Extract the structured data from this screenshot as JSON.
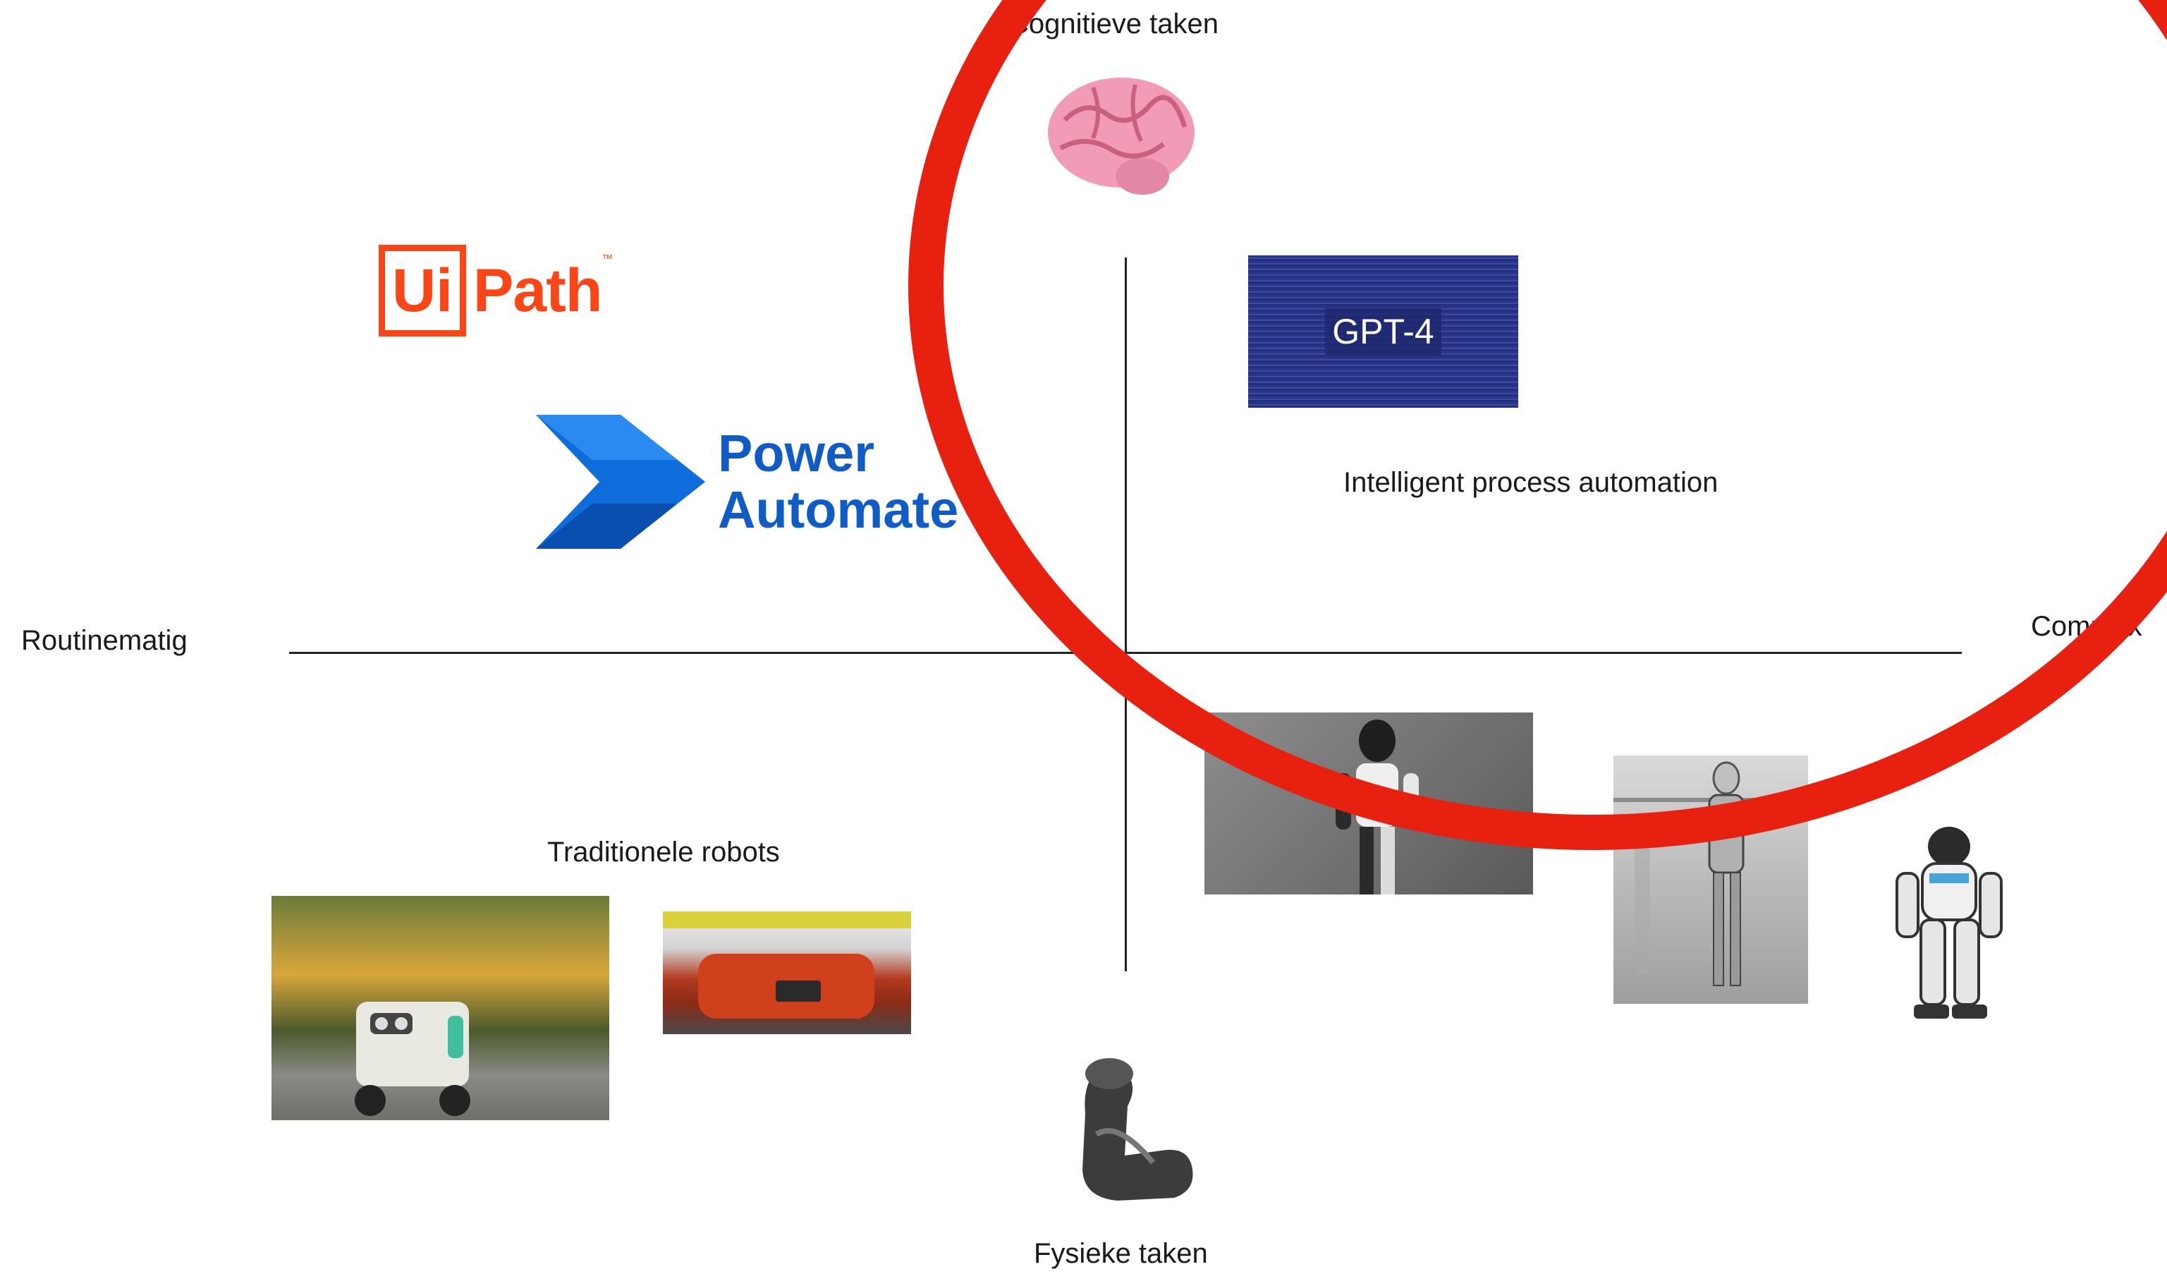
{
  "labels": {
    "top": "Cognitieve taken",
    "bottom": "Fysieke taken",
    "left": "Routinematig",
    "right": "Complex",
    "upper_right_quadrant": "Intelligent process automation",
    "lower_left_quadrant": "Traditionele robots"
  },
  "logos": {
    "uipath_box": "Ui",
    "uipath_rest": "Path",
    "uipath_tm": "™",
    "power_automate_line1": "Power",
    "power_automate_line2": "Automate",
    "gpt4": "GPT-4"
  },
  "colors": {
    "circle": "#e8200f",
    "uipath": "#fa4616",
    "power_automate": "#0f5cc7"
  },
  "icons": [
    "brain-icon",
    "flexed-biceps-icon"
  ]
}
